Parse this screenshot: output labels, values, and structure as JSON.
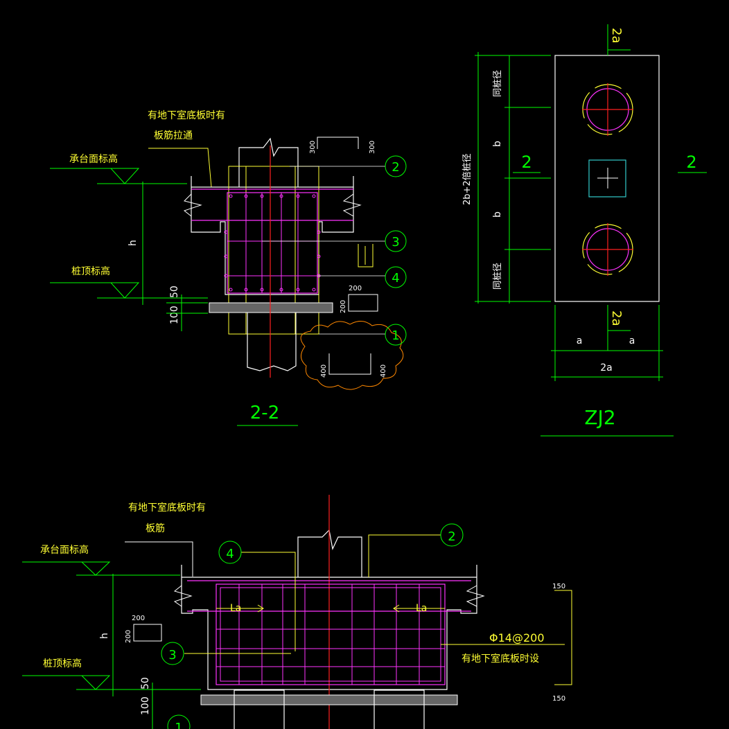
{
  "drawing": {
    "section_title": "2-2",
    "plan_title": "ZJ2",
    "colors": {
      "background": "#000000",
      "structure": "#ffffff",
      "rebar": "#ff33ff",
      "dimension": "#00ff00",
      "leader": "#ffff33",
      "center_line": "#ff2020",
      "cloud": "#ff8800",
      "pile_square": "#33cccc"
    },
    "top_section": {
      "note_line1": "有地下室底板时有",
      "note_line2": "板筋拉通",
      "cap_top_label": "承台面标高",
      "pile_top_label": "桩顶标高",
      "dim_h": "h",
      "dim_50": "50",
      "dim_100": "100",
      "dim_300a": "300",
      "dim_300b": "300",
      "dim_200w": "200",
      "dim_200h": "200",
      "dim_400a": "400",
      "dim_400b": "400",
      "markers": [
        "2",
        "3",
        "4",
        "1"
      ]
    },
    "plan": {
      "top_2a": "2a",
      "dim_pile_dia_top": "同桩径",
      "dim_b1": "b",
      "dim_b2": "b",
      "dim_pile_dia_bottom": "同桩径",
      "dim_total": "2b+2倍桩径",
      "cut_left": "2",
      "cut_right": "2",
      "bottom_2a_rot": "2a",
      "dim_a1": "a",
      "dim_a2": "a",
      "dim_2a": "2a"
    },
    "bottom_section": {
      "note_line1": "有地下室底板时有",
      "note_line2": "板筋",
      "cap_top_label": "承台面标高",
      "pile_top_label": "桩顶标高",
      "dim_h": "h",
      "dim_50": "50",
      "dim_100": "100",
      "dim_200w": "200",
      "dim_200h": "200",
      "la_left": "La",
      "la_right": "La",
      "rebar_spec": "Φ14@200",
      "rebar_note": "有地下室底板时设",
      "dim_150_top": "150",
      "dim_150_bottom": "150",
      "markers": [
        "2",
        "4",
        "3",
        "1"
      ]
    }
  }
}
